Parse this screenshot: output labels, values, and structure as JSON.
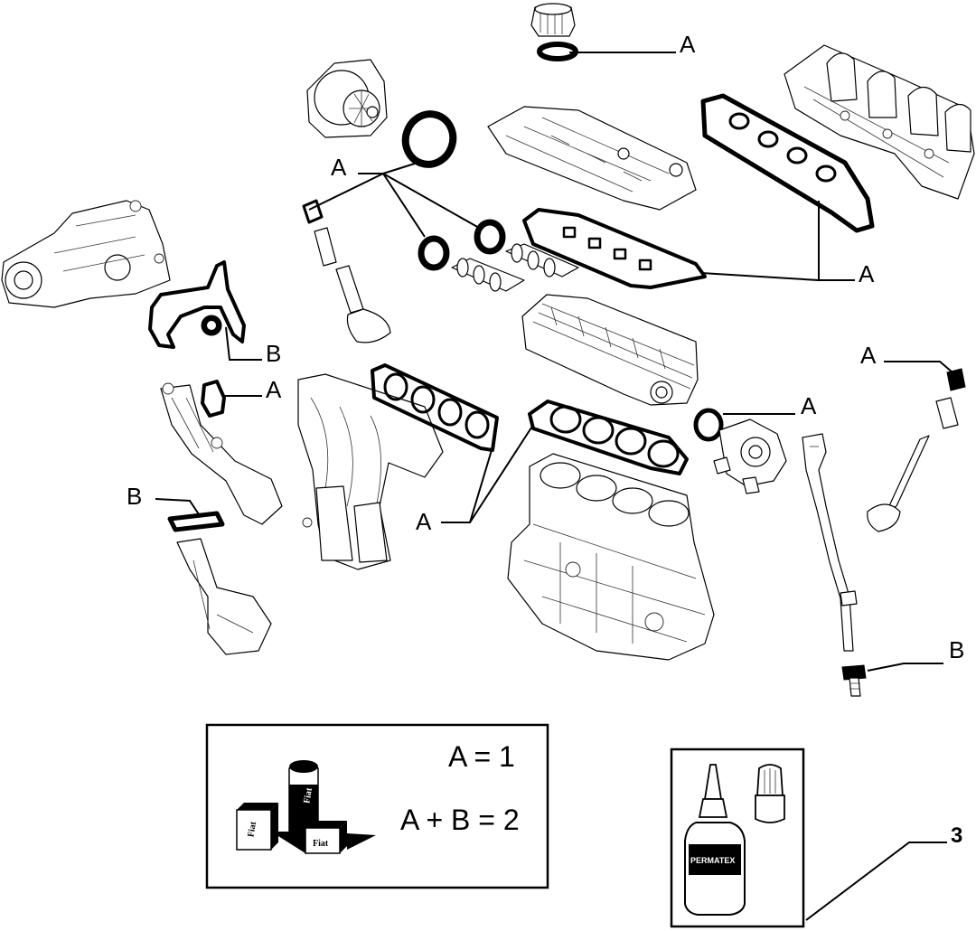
{
  "callouts": {
    "oil_cap": "A",
    "front_seals": "A",
    "valve_cover_gaskets": "A",
    "timing_cover": "B",
    "thermostat_gasket": "A",
    "oil_pickup_gasket": "B",
    "exhaust_head_gaskets": "A",
    "water_pump_oring": "A",
    "valve_stem_seal": "A",
    "dipstick_bolt": "B",
    "sealant_kit": "3"
  },
  "legend": {
    "line1": "A = 1",
    "line2": "A + B = 2"
  },
  "kit_brand": "Fiat",
  "bottle_label": "PERMATEX"
}
